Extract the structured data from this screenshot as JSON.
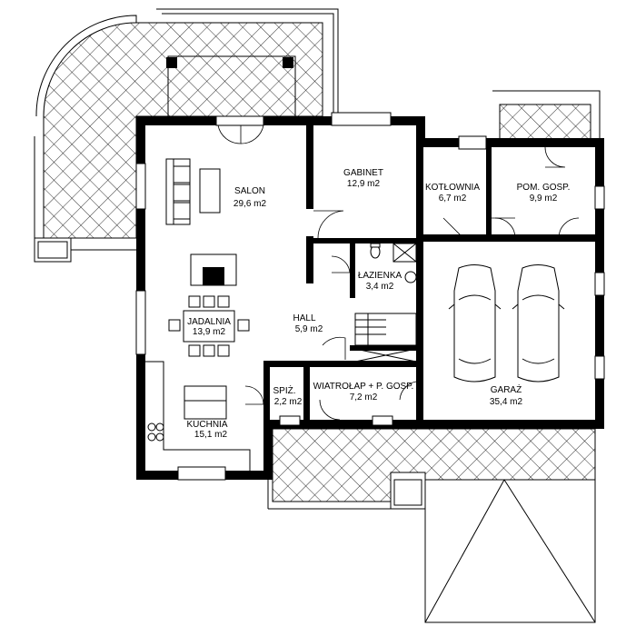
{
  "colors": {
    "walls": "#000000",
    "background": "#ffffff",
    "hatch": "#000000"
  },
  "rooms": {
    "salon": {
      "name": "SALON",
      "area": "29,6 m2"
    },
    "gabinet": {
      "name": "GABINET",
      "area": "12,9 m2"
    },
    "kotlownia": {
      "name": "KOTŁOWNIA",
      "area": "6,7 m2"
    },
    "pom_gosp": {
      "name": "POM. GOSP.",
      "area": "9,9 m2"
    },
    "lazienka": {
      "name": "ŁAZIENKA",
      "area": "3,4 m2"
    },
    "jadalnia": {
      "name": "JADALNIA",
      "area": "13,9 m2"
    },
    "hall": {
      "name": "HALL",
      "area": "5,9 m2"
    },
    "spiz": {
      "name": "SPIŻ.",
      "area": "2,2 m2"
    },
    "wiatrolap": {
      "name": "WIATROŁAP + P. GOSP.",
      "area": "7,2 m2"
    },
    "kuchnia": {
      "name": "KUCHNIA",
      "area": "15,1 m2"
    },
    "garaz": {
      "name": "GARAŻ",
      "area": "35,4 m2"
    }
  },
  "icons": [
    "car-icon",
    "sofa-icon",
    "dining-table-icon",
    "toilet-icon",
    "boiler-icon",
    "fireplace-icon",
    "stairs-icon",
    "stove-icon"
  ]
}
